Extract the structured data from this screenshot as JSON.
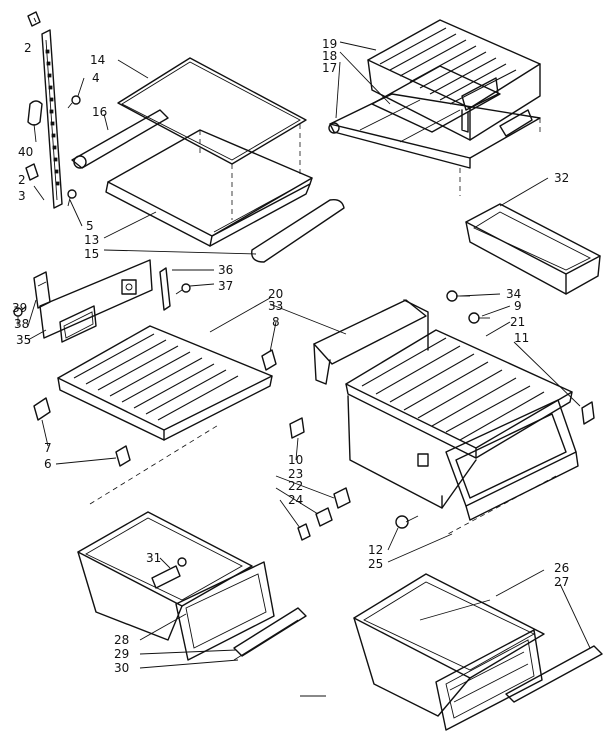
{
  "callouts": {
    "c2_top": "2",
    "c4": "4",
    "c14": "14",
    "c16": "16",
    "c40": "40",
    "c2_bottom": "2",
    "c3": "3",
    "c5": "5",
    "c13": "13",
    "c15": "15",
    "c19": "19",
    "c18": "18",
    "c17": "17",
    "c32": "32",
    "c36": "36",
    "c37": "37",
    "c39": "39",
    "c38": "38",
    "c35": "35",
    "c20": "20",
    "c33": "33",
    "c8": "8",
    "c7": "7",
    "c6": "6",
    "c34": "34",
    "c9": "9",
    "c21": "21",
    "c11": "11",
    "c10": "10",
    "c23": "23",
    "c22": "22",
    "c24": "24",
    "c12": "12",
    "c25": "25",
    "c31": "31",
    "c28": "28",
    "c29": "29",
    "c30": "30",
    "c26": "26",
    "c27": "27"
  }
}
